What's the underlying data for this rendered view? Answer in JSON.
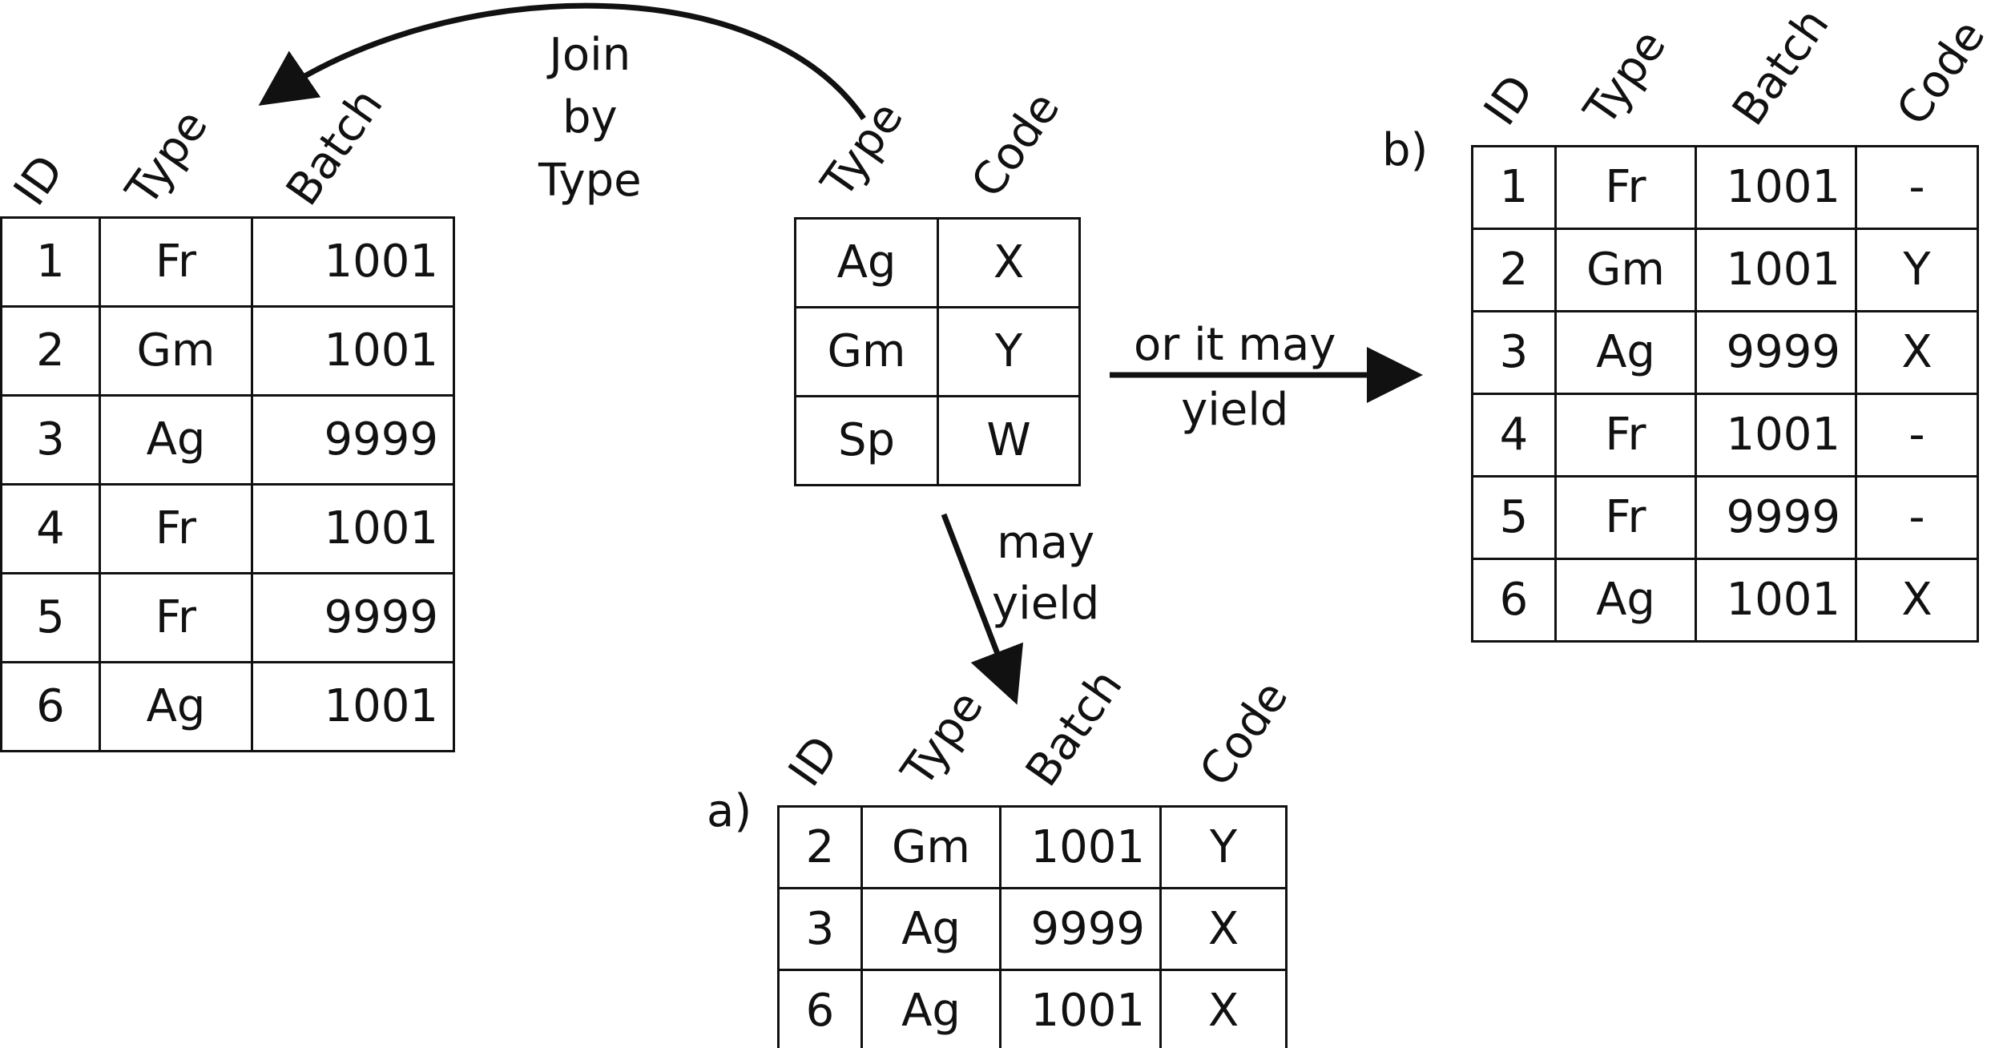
{
  "colors": {
    "ink": "#111111",
    "background": "#ffffff"
  },
  "join_label": [
    "Join",
    "by",
    "Type"
  ],
  "may_yield_label": [
    "may",
    "yield"
  ],
  "or_may_yield_label": [
    "or it may",
    "yield"
  ],
  "left_table": {
    "headers": [
      "ID",
      "Type",
      "Batch"
    ],
    "rows": [
      [
        "1",
        "Fr",
        "1001"
      ],
      [
        "2",
        "Gm",
        "1001"
      ],
      [
        "3",
        "Ag",
        "9999"
      ],
      [
        "4",
        "Fr",
        "1001"
      ],
      [
        "5",
        "Fr",
        "9999"
      ],
      [
        "6",
        "Ag",
        "1001"
      ]
    ]
  },
  "code_table": {
    "headers": [
      "Type",
      "Code"
    ],
    "rows": [
      [
        "Ag",
        "X"
      ],
      [
        "Gm",
        "Y"
      ],
      [
        "Sp",
        "W"
      ]
    ]
  },
  "result_a": {
    "label": "a)",
    "headers": [
      "ID",
      "Type",
      "Batch",
      "Code"
    ],
    "rows": [
      [
        "2",
        "Gm",
        "1001",
        "Y"
      ],
      [
        "3",
        "Ag",
        "9999",
        "X"
      ],
      [
        "6",
        "Ag",
        "1001",
        "X"
      ]
    ]
  },
  "result_b": {
    "label": "b)",
    "headers": [
      "ID",
      "Type",
      "Batch",
      "Code"
    ],
    "rows": [
      [
        "1",
        "Fr",
        "1001",
        "-"
      ],
      [
        "2",
        "Gm",
        "1001",
        "Y"
      ],
      [
        "3",
        "Ag",
        "9999",
        "X"
      ],
      [
        "4",
        "Fr",
        "1001",
        "-"
      ],
      [
        "5",
        "Fr",
        "9999",
        "-"
      ],
      [
        "6",
        "Ag",
        "1001",
        "X"
      ]
    ]
  }
}
